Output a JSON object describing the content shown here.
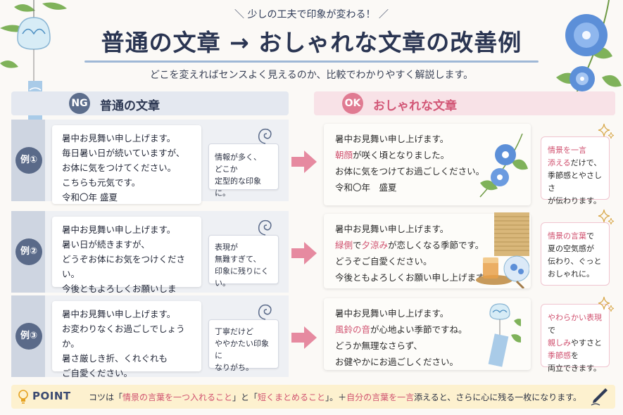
{
  "header": {
    "tagline": "＼ 少しの工夫で印象が変わる！ ／",
    "title": "普通の文章 → おしゃれな文章の改善例",
    "subtitle": "どこを変えればセンスよく見えるのか、比較でわかりやすく解説します。"
  },
  "ng": {
    "badge": "NG",
    "label": "普通の文章"
  },
  "ok": {
    "badge": "OK",
    "label": "おしゃれな文章"
  },
  "examples": [
    {
      "tag": "例①",
      "ng_lines": [
        "暑中お見舞い申し上げます。",
        "毎日暑い日が続いていますが、",
        "お体に気をつけてください。",
        "こちらも元気です。",
        "令和〇年 盛夏"
      ],
      "ng_note": [
        "情報が多く、",
        "どこか",
        "定型的な印象に。"
      ],
      "ok_lines": [
        [
          {
            "t": "暑中お見舞い申し上げます。"
          }
        ],
        [
          {
            "t": "朝顔",
            "h": true
          },
          {
            "t": "が咲く頃となりました。"
          }
        ],
        [
          {
            "t": "お体に気をつけてお過ごしください。"
          }
        ],
        [
          {
            "t": "令和〇年　盛夏"
          }
        ]
      ],
      "ok_note": [
        [
          {
            "t": "情景を一言",
            "h": true
          }
        ],
        [
          {
            "t": "添える",
            "h": true
          },
          {
            "t": "だけで、"
          }
        ],
        [
          {
            "t": "季節感とやさしさ"
          }
        ],
        [
          {
            "t": "が伝わります。"
          }
        ]
      ]
    },
    {
      "tag": "例②",
      "ng_lines": [
        "暑中お見舞い申し上げます。",
        "暑い日が続きますが、",
        "どうぞお体にお気をつけください。",
        "今後ともよろしくお願いします。"
      ],
      "ng_note": [
        "表現が",
        "無難すぎて、",
        "印象に残りにくい。"
      ],
      "ok_lines": [
        [
          {
            "t": "暑中お見舞い申し上げます。"
          }
        ],
        [
          {
            "t": "緑側",
            "h": true
          },
          {
            "t": "で"
          },
          {
            "t": "夕涼み",
            "h": true
          },
          {
            "t": "が恋しくなる季節です。"
          }
        ],
        [
          {
            "t": "どうぞご自愛ください。"
          }
        ],
        [
          {
            "t": "今後ともよろしくお願い申し上げます。"
          }
        ]
      ],
      "ok_note": [
        [
          {
            "t": "情景の言葉",
            "h": true
          },
          {
            "t": "で"
          }
        ],
        [
          {
            "t": "夏の空気感が"
          }
        ],
        [
          {
            "t": "伝わり、ぐっと"
          }
        ],
        [
          {
            "t": "おしゃれに。"
          }
        ]
      ]
    },
    {
      "tag": "例③",
      "ng_lines": [
        "暑中お見舞い申し上げます。",
        "お変わりなくお過ごしでしょうか。",
        "暑さ厳しき折、くれぐれも",
        "ご自愛ください。"
      ],
      "ng_note": [
        "丁寧だけど",
        "ややかたい印象に",
        "なりがち。"
      ],
      "ok_lines": [
        [
          {
            "t": "暑中お見舞い申し上げます。"
          }
        ],
        [
          {
            "t": "風鈴の音",
            "h": true
          },
          {
            "t": "が心地よい季節ですね。"
          }
        ],
        [
          {
            "t": "どうか無理なさらず、"
          }
        ],
        [
          {
            "t": "お健やかにお過ごしください。"
          }
        ]
      ],
      "ok_note": [
        [
          {
            "t": "やわらかい表現",
            "h": true
          },
          {
            "t": "で"
          }
        ],
        [
          {
            "t": "親しみ",
            "h": true
          },
          {
            "t": "やすさと"
          }
        ],
        [
          {
            "t": "季節感",
            "h": true
          },
          {
            "t": "を"
          }
        ],
        [
          {
            "t": "両立できます。"
          }
        ]
      ]
    }
  ],
  "point": {
    "label": "POINT",
    "segments": [
      {
        "t": "コツは「"
      },
      {
        "t": "情景の言葉を一つ入れること",
        "h": true
      },
      {
        "t": "」と「"
      },
      {
        "t": "短くまとめること",
        "h": true
      },
      {
        "t": "」。＋"
      },
      {
        "t": "自分の言葉を一言",
        "h": true
      },
      {
        "t": "添えると、さらに心に残る一枚になります。"
      }
    ]
  },
  "colors": {
    "accent": "#d0516f",
    "navy": "#2a3552",
    "ng_badge": "#5c6d8c",
    "ok_badge": "#e07b92",
    "point_bg": "#fdf1cf"
  },
  "icons": [
    "wind-chime-icon",
    "morning-glory-icon",
    "sparkle-icon",
    "lightbulb-icon",
    "pen-icon",
    "arrow-right-icon",
    "bamboo-blind-icon",
    "iced-tea-icon",
    "uchiwa-fan-icon"
  ]
}
